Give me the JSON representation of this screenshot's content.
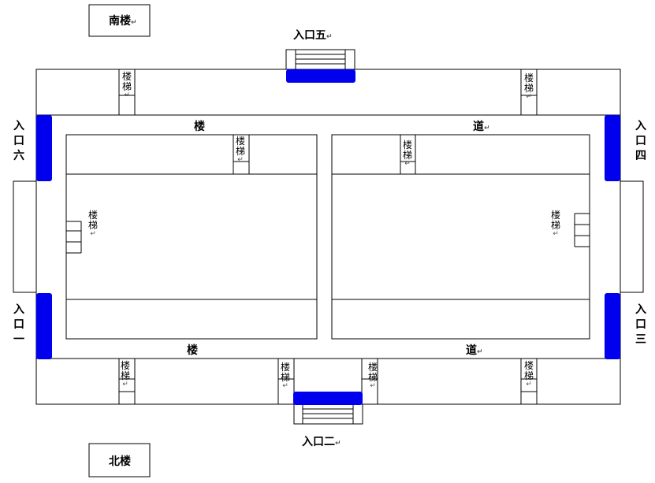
{
  "diagram": {
    "south_building": "南楼",
    "north_building": "北楼",
    "entrances": {
      "e1": "入口一",
      "e2": "入口二",
      "e3": "入口三",
      "e4": "入口四",
      "e5": "入口五",
      "e6": "入口六"
    },
    "corridor_char_1": "楼",
    "corridor_char_2": "道",
    "stair_label": "楼梯",
    "paragraph_mark": "↵",
    "colors": {
      "entrance_bar": "#0000ee",
      "line": "#000000"
    }
  }
}
